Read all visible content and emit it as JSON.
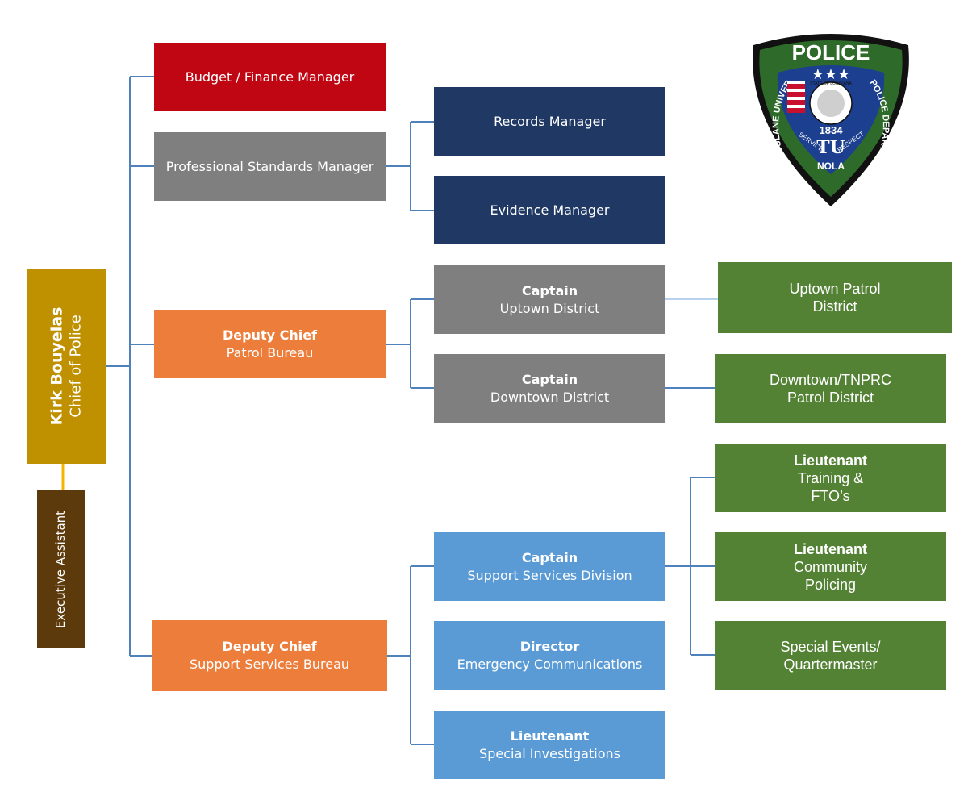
{
  "chief": {
    "name": "Kirk Bouyelas",
    "title": "Chief of Police"
  },
  "assistant": {
    "title": "Executive Assistant"
  },
  "budget": {
    "title": "Budget / Finance Manager"
  },
  "standards": {
    "title": "Professional Standards Manager"
  },
  "records": {
    "title": "Records Manager"
  },
  "evidence": {
    "title": "Evidence Manager"
  },
  "patrol_bureau": {
    "rank": "Deputy Chief",
    "unit": "Patrol Bureau"
  },
  "support_bureau": {
    "rank": "Deputy Chief",
    "unit": "Support Services Bureau"
  },
  "captain_uptown": {
    "rank": "Captain",
    "unit": "Uptown District"
  },
  "captain_downtown": {
    "rank": "Captain",
    "unit": "Downtown District"
  },
  "uptown_patrol": {
    "line1": "Uptown Patrol",
    "line2": "District"
  },
  "downtown_patrol": {
    "line1": "Downtown/TNPRC",
    "line2": "Patrol District"
  },
  "captain_support": {
    "rank": "Captain",
    "unit": "Support Services Division"
  },
  "director_comms": {
    "rank": "Director",
    "unit": "Emergency Communications"
  },
  "lt_investigations": {
    "rank": "Lieutenant",
    "unit": "Special Investigations"
  },
  "lt_training": {
    "rank": "Lieutenant",
    "line1": "Training &",
    "line2": "FTO’s"
  },
  "lt_community": {
    "rank": "Lieutenant",
    "line1": "Community",
    "line2": "Policing"
  },
  "special_events": {
    "line1": "Special Events/",
    "line2": "Quartermaster"
  },
  "badge": {
    "top": "POLICE",
    "left_arc": "TULANE UNIVERSITY",
    "right_arc": "POLICE DEPARTMENT",
    "state": "STATE OF LOUISIANA",
    "year": "1834",
    "service": "SERVICE",
    "respect": "RESPECT",
    "bottom": "NOLA",
    "colors": {
      "outer": "#111111",
      "ring": "#2e6b2a",
      "inner": "#1c3f8f"
    }
  },
  "colors": {
    "connector": "#4f81bd",
    "assistant_connector": "#f4b400"
  }
}
